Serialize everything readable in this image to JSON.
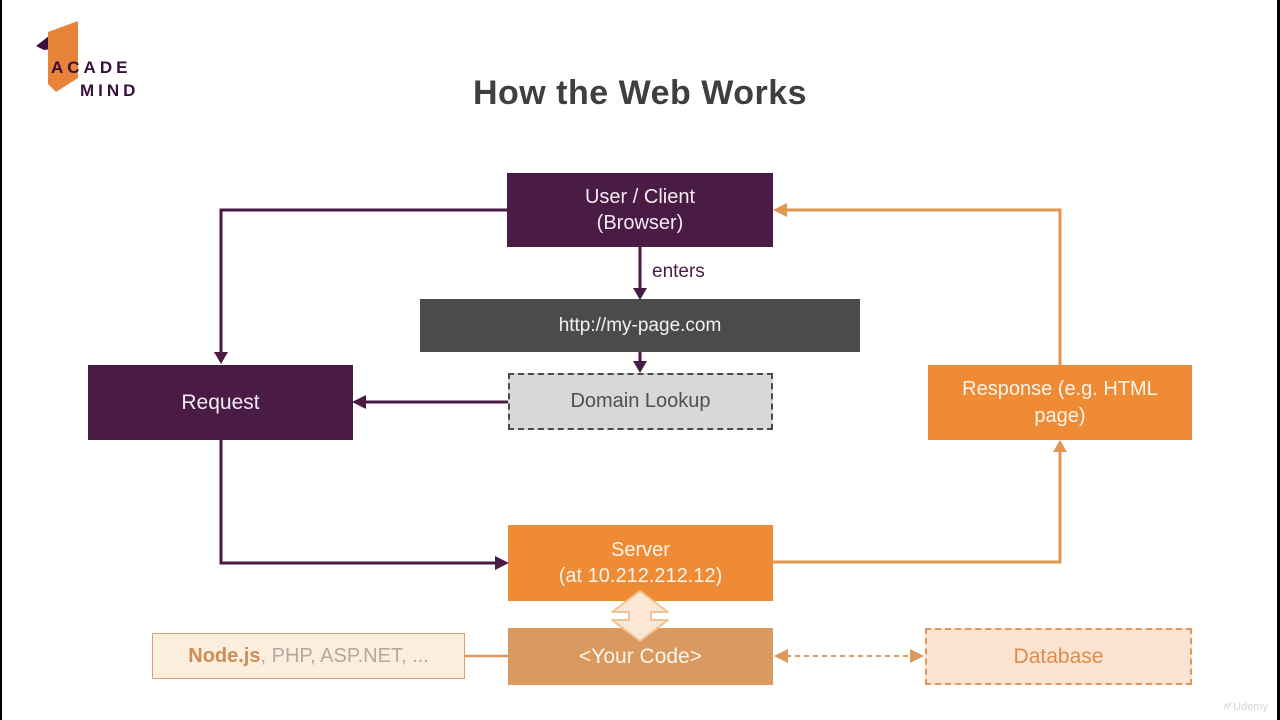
{
  "title": "How the Web Works",
  "logo": {
    "top": "ACADE",
    "bottom": "MIND"
  },
  "diagram": {
    "user_client": {
      "line1": "User / Client",
      "line2": "(Browser)"
    },
    "enters_label": "enters",
    "url_bar": "http://my-page.com",
    "domain_lookup": "Domain Lookup",
    "request": "Request",
    "response": "Response (e.g. HTML page)",
    "server": {
      "line1": "Server",
      "line2": "(at 10.212.212.12)"
    },
    "your_code": "<Your Code>",
    "runtimes": {
      "highlight": "Node.js",
      "rest": ", PHP, ASP.NET, ..."
    },
    "database": "Database"
  },
  "colors": {
    "purple": "#4A1B45",
    "orange": "#EF8A35",
    "orange_line": "#E2954F",
    "tan": "#D9995F",
    "dark_gray": "#4B4B4B",
    "light_gray": "#D8D8D8",
    "cream": "#FAE8D4",
    "peach_light": "#FBE3D0",
    "title_gray": "#3F3F3F"
  },
  "watermark": "Udemy"
}
